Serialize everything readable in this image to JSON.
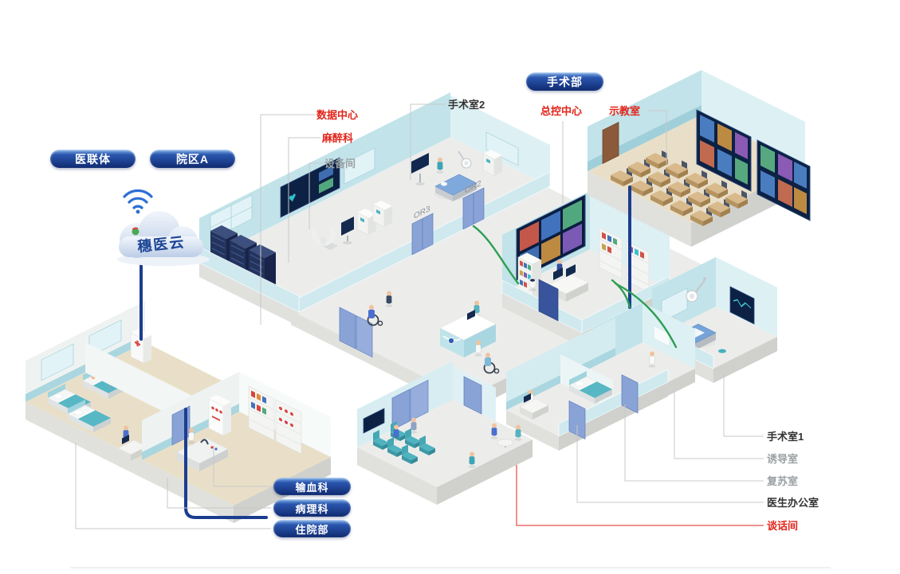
{
  "cloud": {
    "label": "穗医云"
  },
  "glyphs": {
    "heart": "♥"
  },
  "room_tags": {
    "or2": "OR2",
    "or3": "OR3"
  },
  "pills_top": [
    {
      "label": "医联体"
    },
    {
      "label": "院区A"
    },
    {
      "label": "手术部"
    }
  ],
  "pills_bottom": [
    {
      "label": "输血科"
    },
    {
      "label": "病理科"
    },
    {
      "label": "住院部"
    }
  ],
  "callouts": {
    "data_center": {
      "label": "数据中心",
      "style": "red"
    },
    "anesthesiology": {
      "label": "麻醉科",
      "style": "red"
    },
    "equipment_room": {
      "label": "设备间",
      "style": "gray"
    },
    "operating_room_2": {
      "label": "手术室2",
      "style": "dark"
    },
    "master_control": {
      "label": "总控中心",
      "style": "red"
    },
    "demo_classroom": {
      "label": "示教室",
      "style": "red"
    },
    "operating_room_1": {
      "label": "手术室1",
      "style": "dark"
    },
    "induction_room": {
      "label": "诱导室",
      "style": "gray"
    },
    "recovery_room": {
      "label": "复苏室",
      "style": "gray"
    },
    "doctor_office": {
      "label": "医生办公室",
      "style": "dark"
    },
    "talk_room": {
      "label": "谈话间",
      "style": "red"
    }
  },
  "colors": {
    "accent_navy": "#1c3d8f",
    "label_red": "#e1251b",
    "label_gray": "#9aa0a3",
    "cable_green": "#2f9e53",
    "wall_teal": "#c2e3e9",
    "floor_gray": "#ecedeb",
    "floor_tan": "#e9dfc8",
    "pill_navy": "#13307c"
  }
}
